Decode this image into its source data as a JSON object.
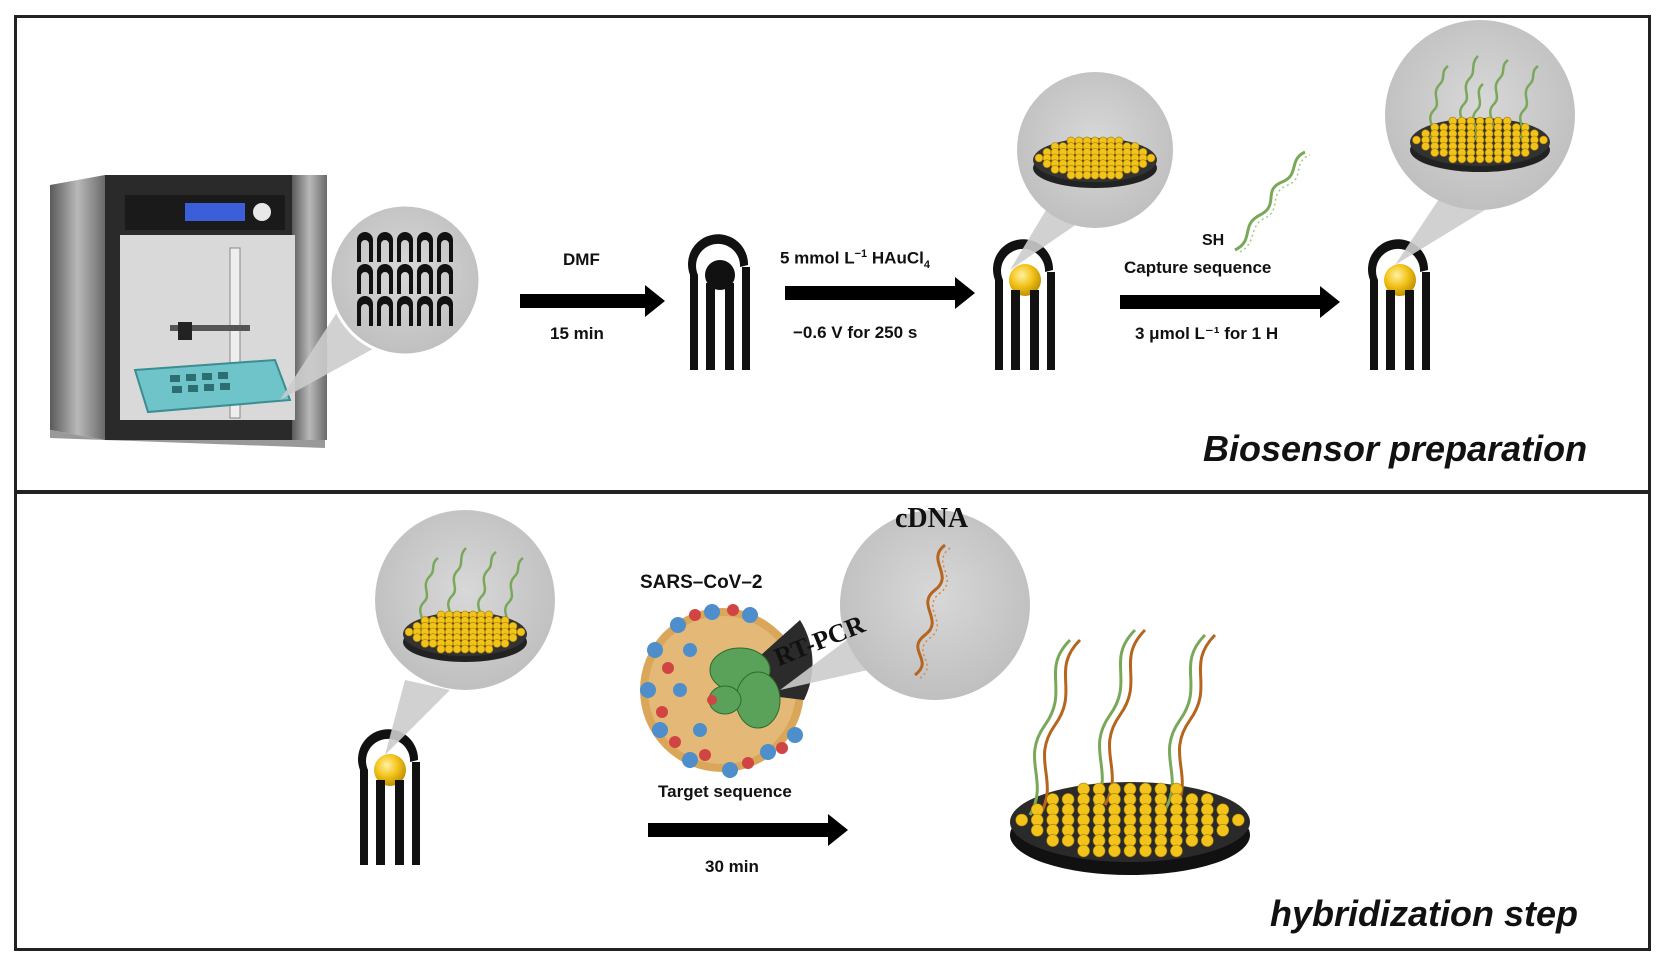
{
  "top_panel": {
    "title": "Biosensor preparation",
    "step1": {
      "above": "DMF",
      "below": "15 min"
    },
    "step2": {
      "above_prefix": "5 mmol L",
      "above_exp": "−1",
      "above_mid": " HAuCl",
      "above_sub": "4",
      "below": "−0.6 V for 250 s"
    },
    "step3": {
      "thiol": "SH",
      "above": "Capture sequence",
      "below": "3 μmol L⁻¹ for 1 H"
    }
  },
  "bottom_panel": {
    "title": "hybridization step",
    "virus_label": "SARS–CoV–2",
    "rtpcr_label": "RT-PCR",
    "cdna_label": "cDNA",
    "step": {
      "above": "Target sequence",
      "below": "30 min"
    }
  },
  "colors": {
    "electrode": "#111111",
    "gold": "#f2c31a",
    "bubble": "#c8c8c8",
    "capture_dna": "#7aa85a",
    "target_dna": "#b5651d",
    "printer_body": "#8a8a8a",
    "printer_bed": "#6fc4c9"
  }
}
